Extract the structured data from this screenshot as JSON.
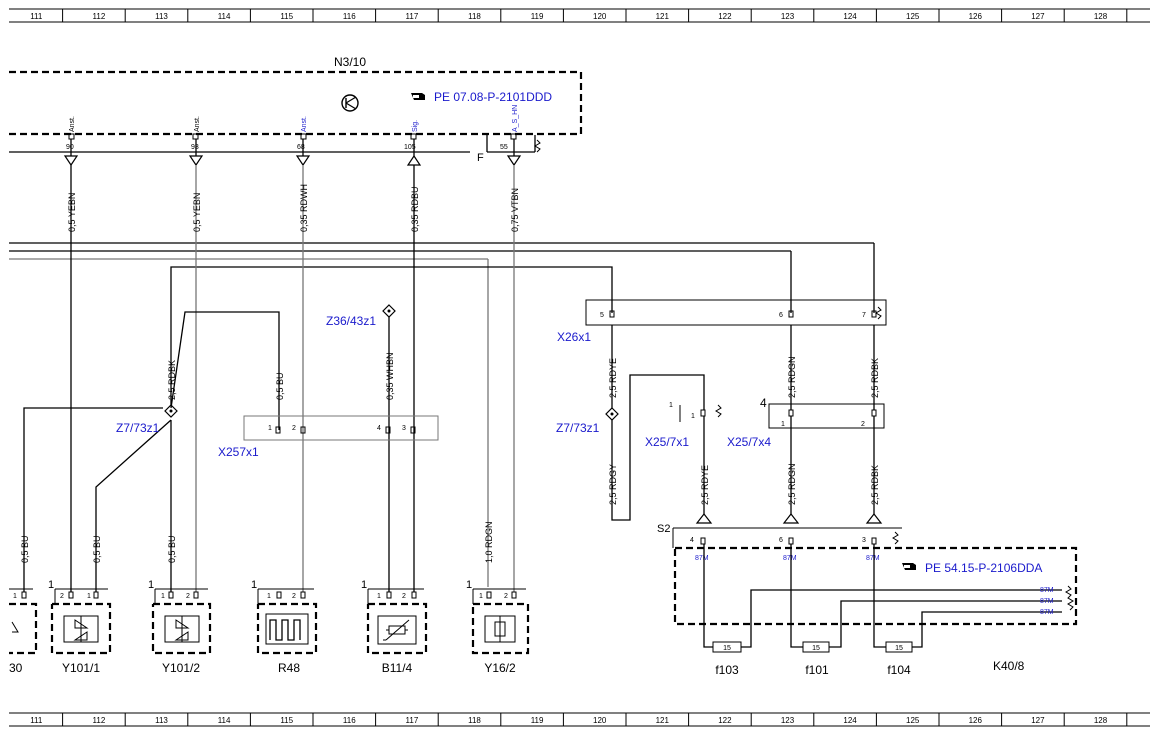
{
  "ruler": {
    "numbers": [
      "111",
      "112",
      "113",
      "114",
      "115",
      "116",
      "117",
      "118",
      "119",
      "120",
      "121",
      "122",
      "123",
      "124",
      "125",
      "126",
      "127",
      "128"
    ]
  },
  "module": {
    "name": "N3/10",
    "reference": "PE 07.08-P-2101DDD",
    "signal_f": "F"
  },
  "module_pins": [
    {
      "pin": "90",
      "sig": "Anst."
    },
    {
      "pin": "93",
      "sig": "Anst."
    },
    {
      "pin": "68",
      "sig": "Anst."
    },
    {
      "pin": "105",
      "sig": "Sig."
    },
    {
      "pin": "55",
      "sig": "A_S_HN"
    }
  ],
  "wires": {
    "w90": "0,5 YEBN",
    "w93": "0,5 YEBN",
    "w68": "0,35 RDWH",
    "w105": "0,35 RDBU",
    "w55": "0,75 VTBN",
    "z7_left": "2,5 RDBK",
    "x257_bu": "0,5 BU",
    "z36": "0,35 WHBN",
    "y101_1_a": "0,5 BU",
    "y101_1_b": "0,5 BU",
    "y101_2": "0,5 BU",
    "y16": "1,0 RDGN",
    "x26_5": "2,5 RDYE",
    "x26_6": "2,5 RDGN",
    "x26_7": "2,5 RDBK",
    "z7_right": "2,5 RDGY",
    "s2_4": "2,5 RDYE",
    "s2_6": "2,5 RDGN",
    "s2_3": "2,5 RDBK"
  },
  "connectors": {
    "z36": "Z36/43z1",
    "z7_left": "Z7/73z1",
    "z7_right": "Z7/73z1",
    "x257": "X257x1",
    "x26": "X26x1",
    "x25_1": "X25/7x1",
    "x25_4": "X25/7x4",
    "s2": "S2"
  },
  "pin_numbers": {
    "x26": [
      "5",
      "6",
      "7"
    ],
    "x257": [
      "1",
      "2",
      "4",
      "3"
    ],
    "x25_1": [
      "1",
      "1"
    ],
    "x25_4": [
      "4",
      "1",
      "2"
    ],
    "s2": [
      "4",
      "6",
      "3"
    ],
    "y30": [
      "1"
    ],
    "y101_1": [
      "1",
      "2",
      "1"
    ],
    "y101_2": [
      "1",
      "1",
      "2"
    ],
    "r48": [
      "1",
      "1",
      "2"
    ],
    "b11": [
      "1",
      "1",
      "2"
    ],
    "y16": [
      "1",
      "1",
      "2"
    ]
  },
  "components": {
    "c30": "30",
    "y101_1": "Y101/1",
    "y101_2": "Y101/2",
    "r48": "R48",
    "b11": "B11/4",
    "y16": "Y16/2"
  },
  "relay": {
    "name": "K40/8",
    "reference": "PE 54.15-P-2106DDA",
    "term87m": "87M",
    "fuses": [
      {
        "name": "f103",
        "rating": "15"
      },
      {
        "name": "f101",
        "rating": "15"
      },
      {
        "name": "f104",
        "rating": "15"
      }
    ]
  }
}
